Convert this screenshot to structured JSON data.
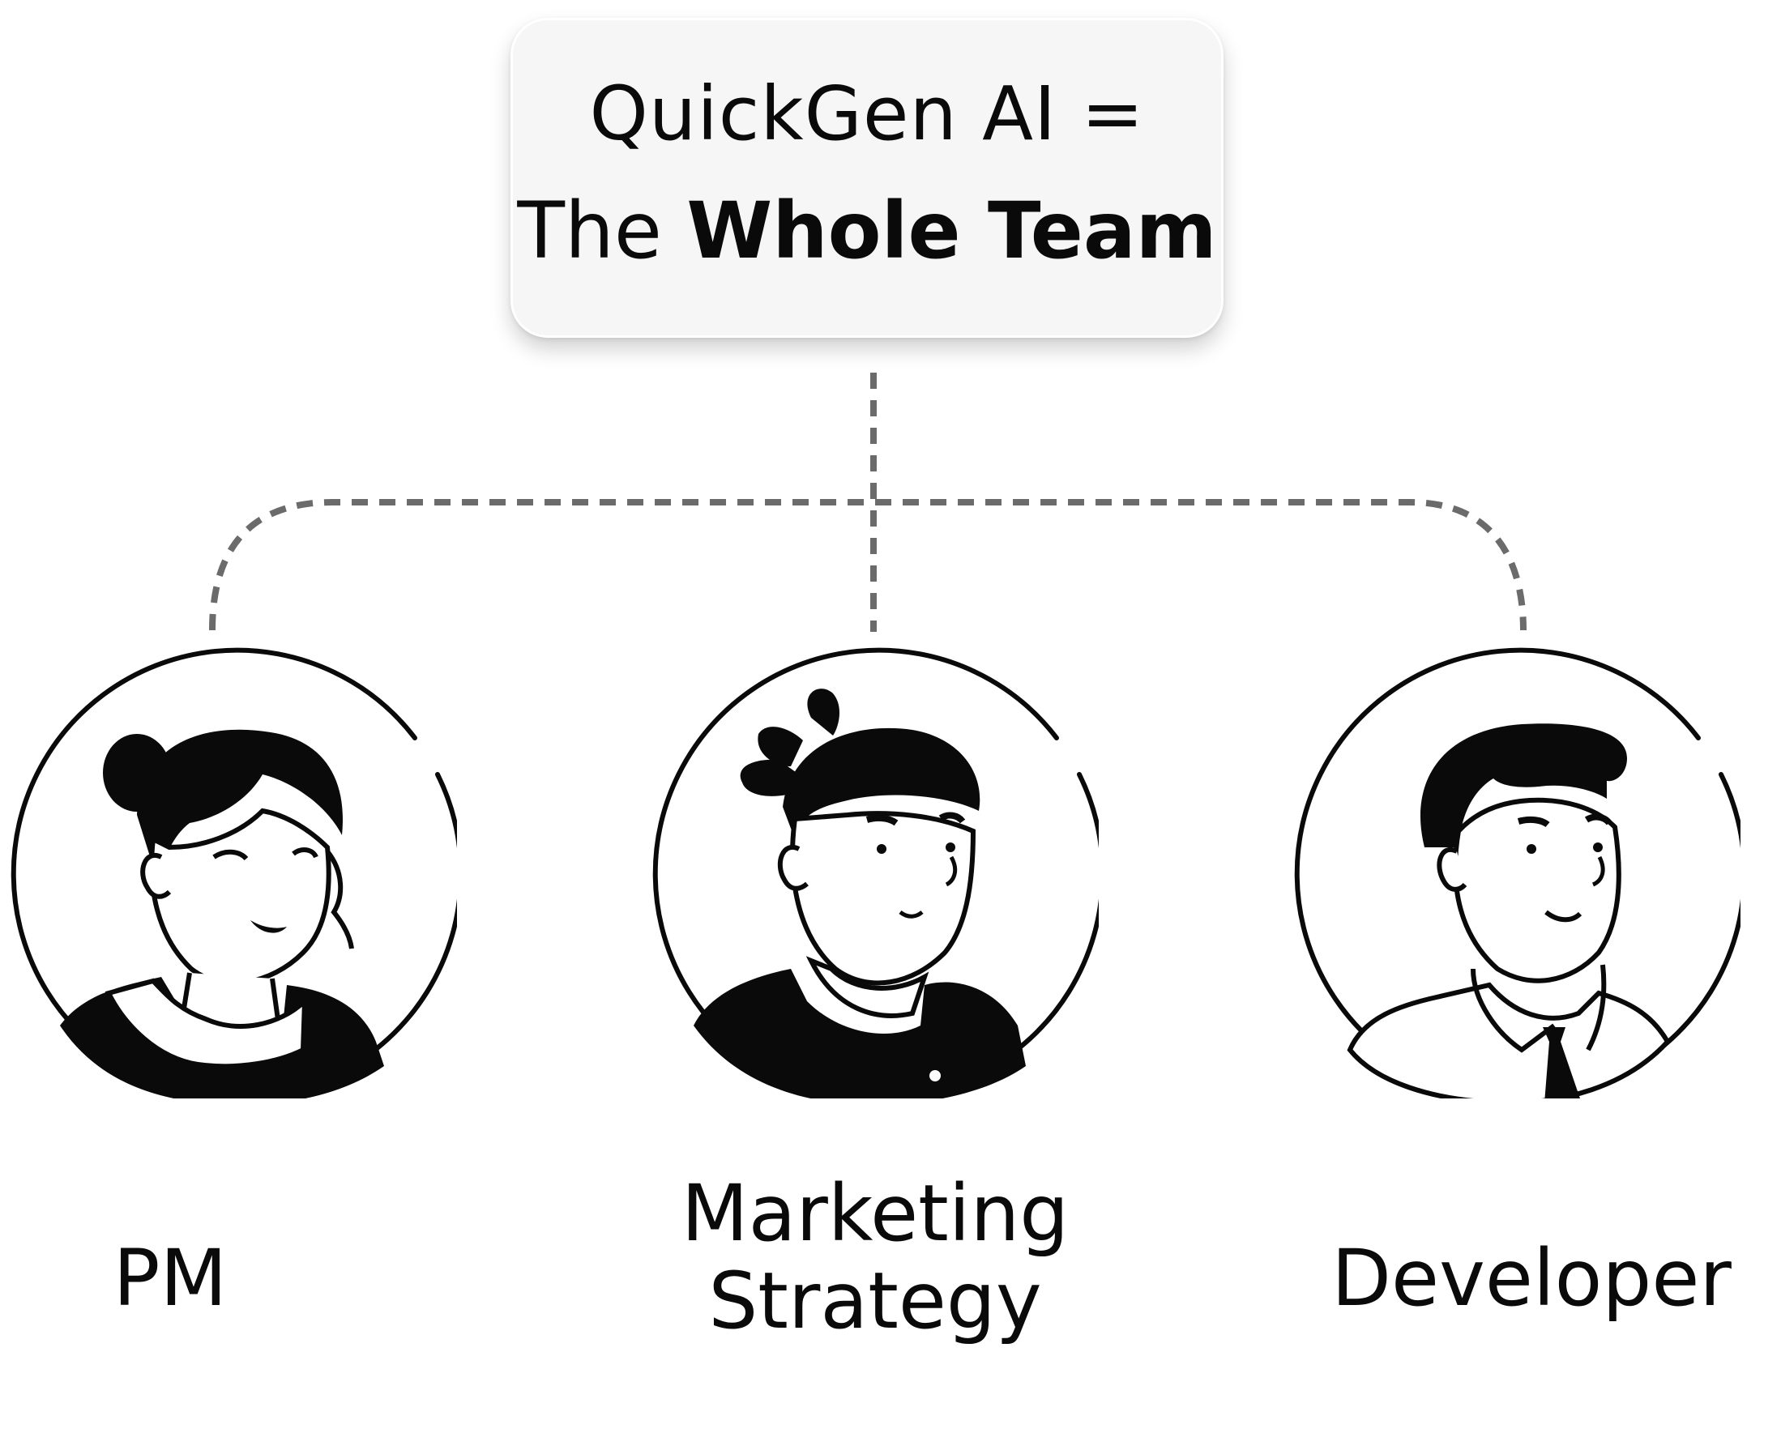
{
  "header": {
    "line1": "QuickGen AI =",
    "line2_prefix": "The ",
    "line2_bold": "Whole Team"
  },
  "roles": [
    {
      "label": "PM",
      "icon": "woman-avatar-icon"
    },
    {
      "label_line1": "Marketing",
      "label_line2": "Strategy",
      "icon": "man-topknot-avatar-icon"
    },
    {
      "label": "Developer",
      "icon": "man-tie-avatar-icon"
    }
  ],
  "colors": {
    "connector": "#6b6b6b",
    "ink": "#0a0a0a",
    "card": "#f6f6f6"
  }
}
